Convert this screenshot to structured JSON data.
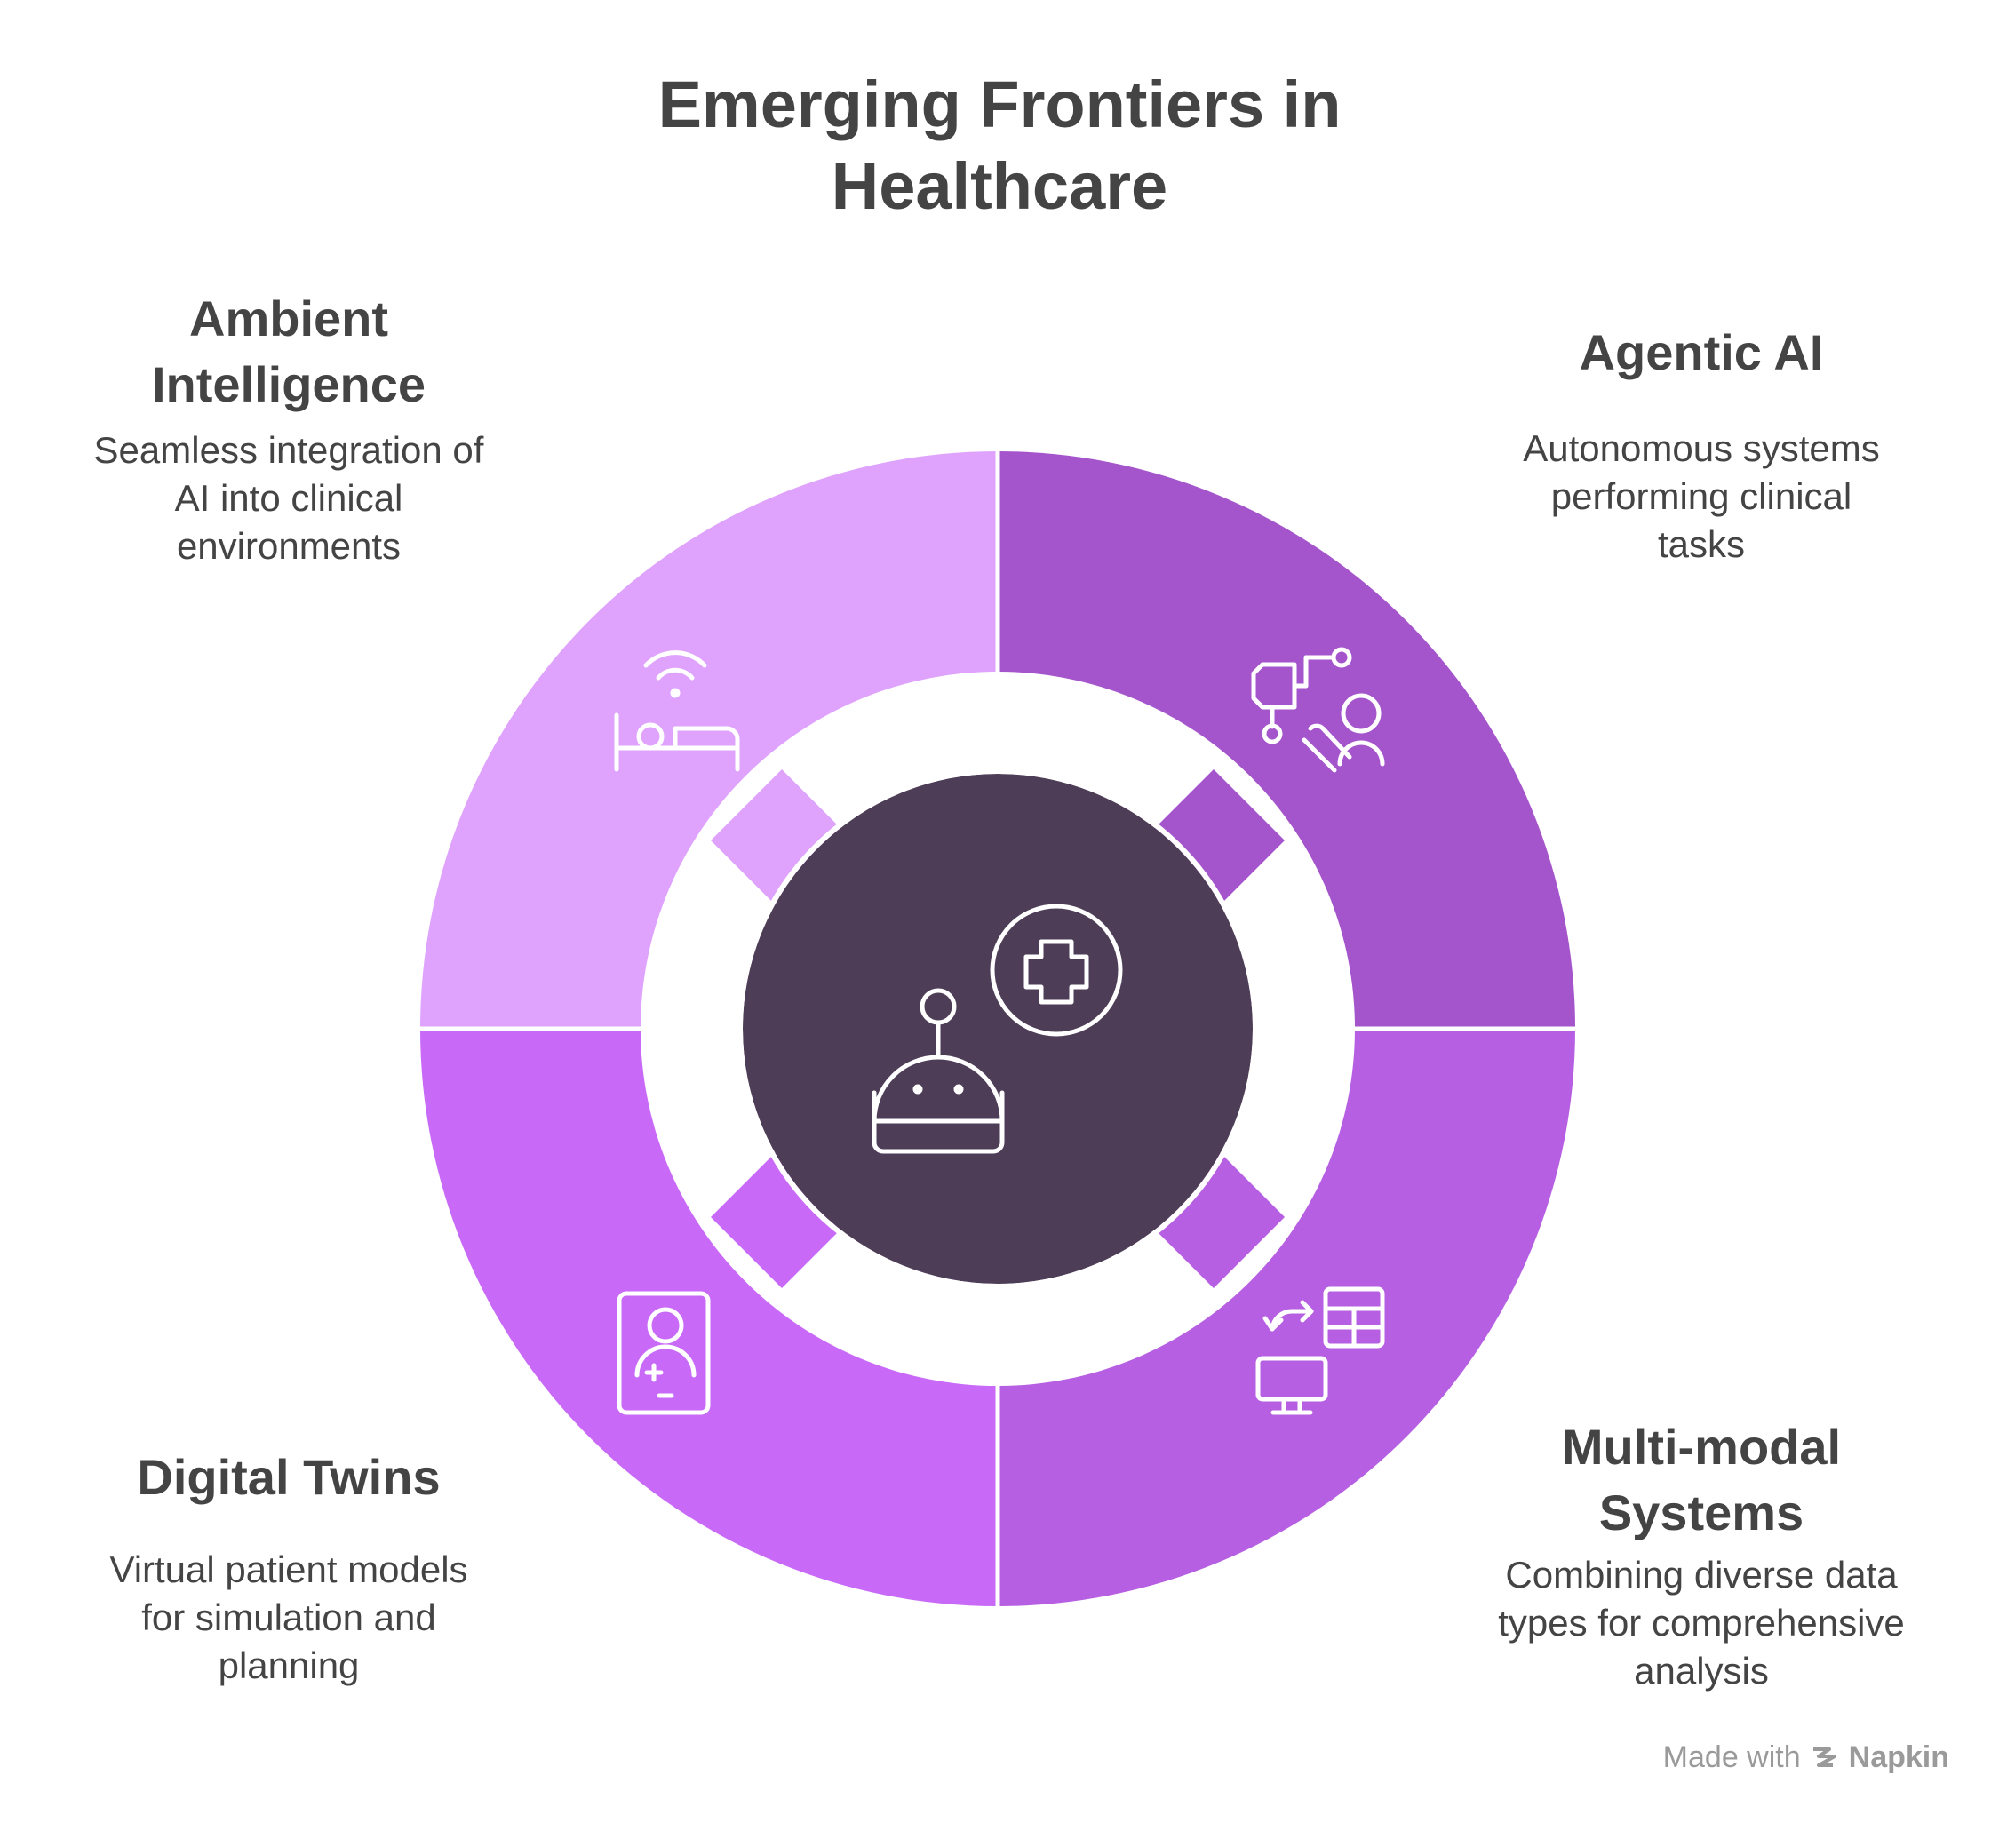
{
  "title": {
    "line1": "Emerging Frontiers in",
    "line2": "Healthcare"
  },
  "segments": [
    {
      "id": "ambient",
      "title_line1": "Ambient",
      "title_line2": "Intelligence",
      "desc_line1": "Seamless integration of",
      "desc_line2": "AI into clinical",
      "desc_line3": "environments",
      "color": "#DFA3FD",
      "icon": "smart-bed-wifi-icon"
    },
    {
      "id": "agentic",
      "title_line1": "Agentic AI",
      "desc_line1": "Autonomous systems",
      "desc_line2": "performing clinical",
      "desc_line3": "tasks",
      "color": "#A555CC",
      "icon": "robotic-arm-patient-icon"
    },
    {
      "id": "twins",
      "title_line1": "Digital Twins",
      "desc_line1": "Virtual patient models",
      "desc_line2": "for simulation and",
      "desc_line3": "planning",
      "color": "#C86AF7",
      "icon": "patient-card-icon"
    },
    {
      "id": "multimodal",
      "title_line1": "Multi-modal",
      "title_line2": "Systems",
      "desc_line1": "Combining diverse data",
      "desc_line2": "types for comprehensive",
      "desc_line3": "analysis",
      "color": "#B65FE2",
      "icon": "monitor-table-exchange-icon"
    }
  ],
  "center": {
    "color": "#4E3D56",
    "icon": "medical-robot-icon"
  },
  "watermark": {
    "prefix": "Made with",
    "brand": "Napkin"
  }
}
